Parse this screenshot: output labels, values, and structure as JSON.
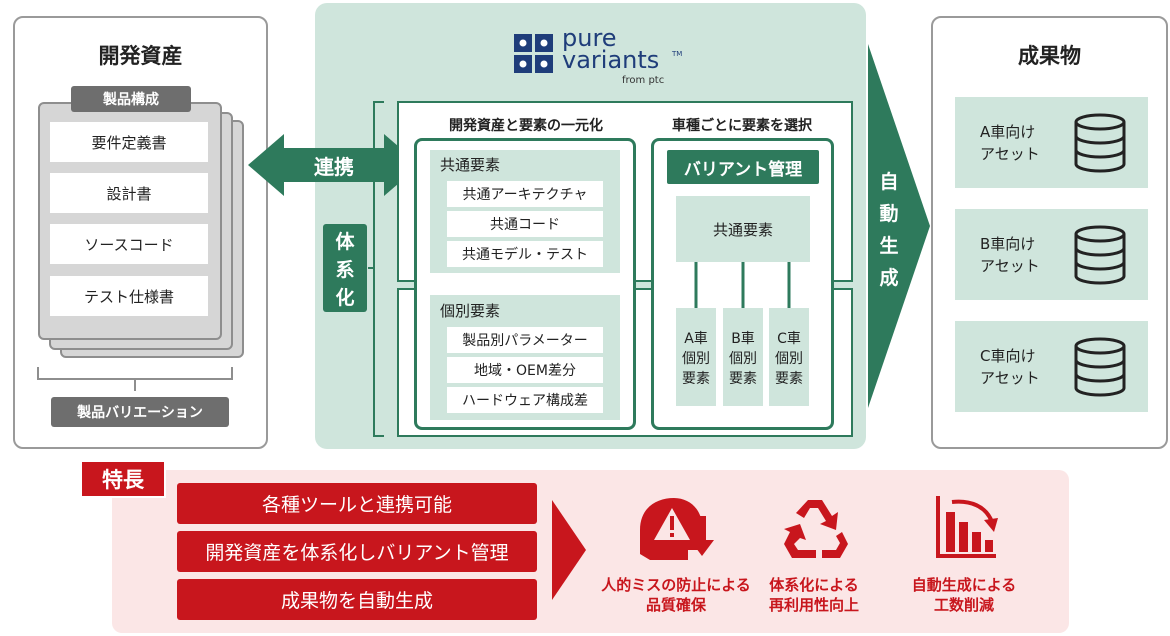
{
  "left": {
    "title": "開発資産",
    "top_label": "製品構成",
    "docs": [
      "要件定義書",
      "設計書",
      "ソースコード",
      "テスト仕様書"
    ],
    "bottom_label": "製品バリエーション"
  },
  "link_label": "連携",
  "system_label": [
    "体",
    "系",
    "化"
  ],
  "logo": {
    "line1": "pure",
    "line2": "variants",
    "tm": "TM",
    "line3": "from ptc"
  },
  "center": {
    "heading_left": "開発資産と要素の一元化",
    "heading_right": "車種ごとに要素を選択",
    "common": {
      "title": "共通要素",
      "items": [
        "共通アーキテクチャ",
        "共通コード",
        "共通モデル・テスト"
      ]
    },
    "individual": {
      "title": "個別要素",
      "items": [
        "製品別パラメーター",
        "地域・OEM差分",
        "ハードウェア構成差"
      ]
    },
    "variant": {
      "title": "バリアント管理",
      "common": "共通要素",
      "cars": [
        [
          "A車",
          "個別",
          "要素"
        ],
        [
          "B車",
          "個別",
          "要素"
        ],
        [
          "C車",
          "個別",
          "要素"
        ]
      ]
    }
  },
  "auto_label": [
    "自",
    "動",
    "生",
    "成"
  ],
  "right": {
    "title": "成果物",
    "assets": [
      [
        "A車向け",
        "アセット"
      ],
      [
        "B車向け",
        "アセット"
      ],
      [
        "C車向け",
        "アセット"
      ]
    ]
  },
  "features": {
    "tag": "特長",
    "bars": [
      "各種ツールと連携可能",
      "開発資産を体系化しバリアント管理",
      "成果物を自動生成"
    ],
    "benefits": [
      [
        "人的ミスの防止による",
        "品質確保"
      ],
      [
        "体系化による",
        "再利用性向上"
      ],
      [
        "自動生成による",
        "工数削減"
      ]
    ]
  },
  "colors": {
    "green": "#2e7a5c",
    "light_green": "#cfe5dc",
    "red": "#c8161d",
    "pink": "#fbe6e6",
    "gray": "#6e6e6e"
  }
}
